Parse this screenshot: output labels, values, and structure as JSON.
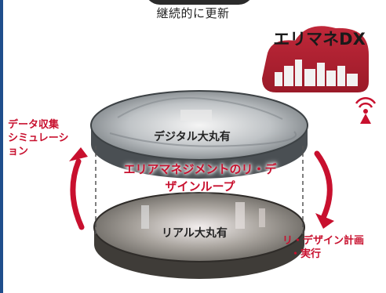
{
  "caption": "継続的に更新",
  "brand": {
    "title": "エリマネDX"
  },
  "left_label": {
    "line1": "データ収集",
    "line2": "シミュレーシ",
    "line3": "ョン"
  },
  "digital_label": "デジタル大丸有",
  "center_label": {
    "line1": "エリアマネジメントのリ・デ",
    "line2": "ザインループ"
  },
  "real_label": "リアル大丸有",
  "right_label": {
    "line1": "リ・デザイン計画",
    "line2": "・実行"
  },
  "colors": {
    "accent_red": "#c8102e",
    "brand_blue": "#1f4e8c",
    "cloud_red": "#b5202f"
  }
}
